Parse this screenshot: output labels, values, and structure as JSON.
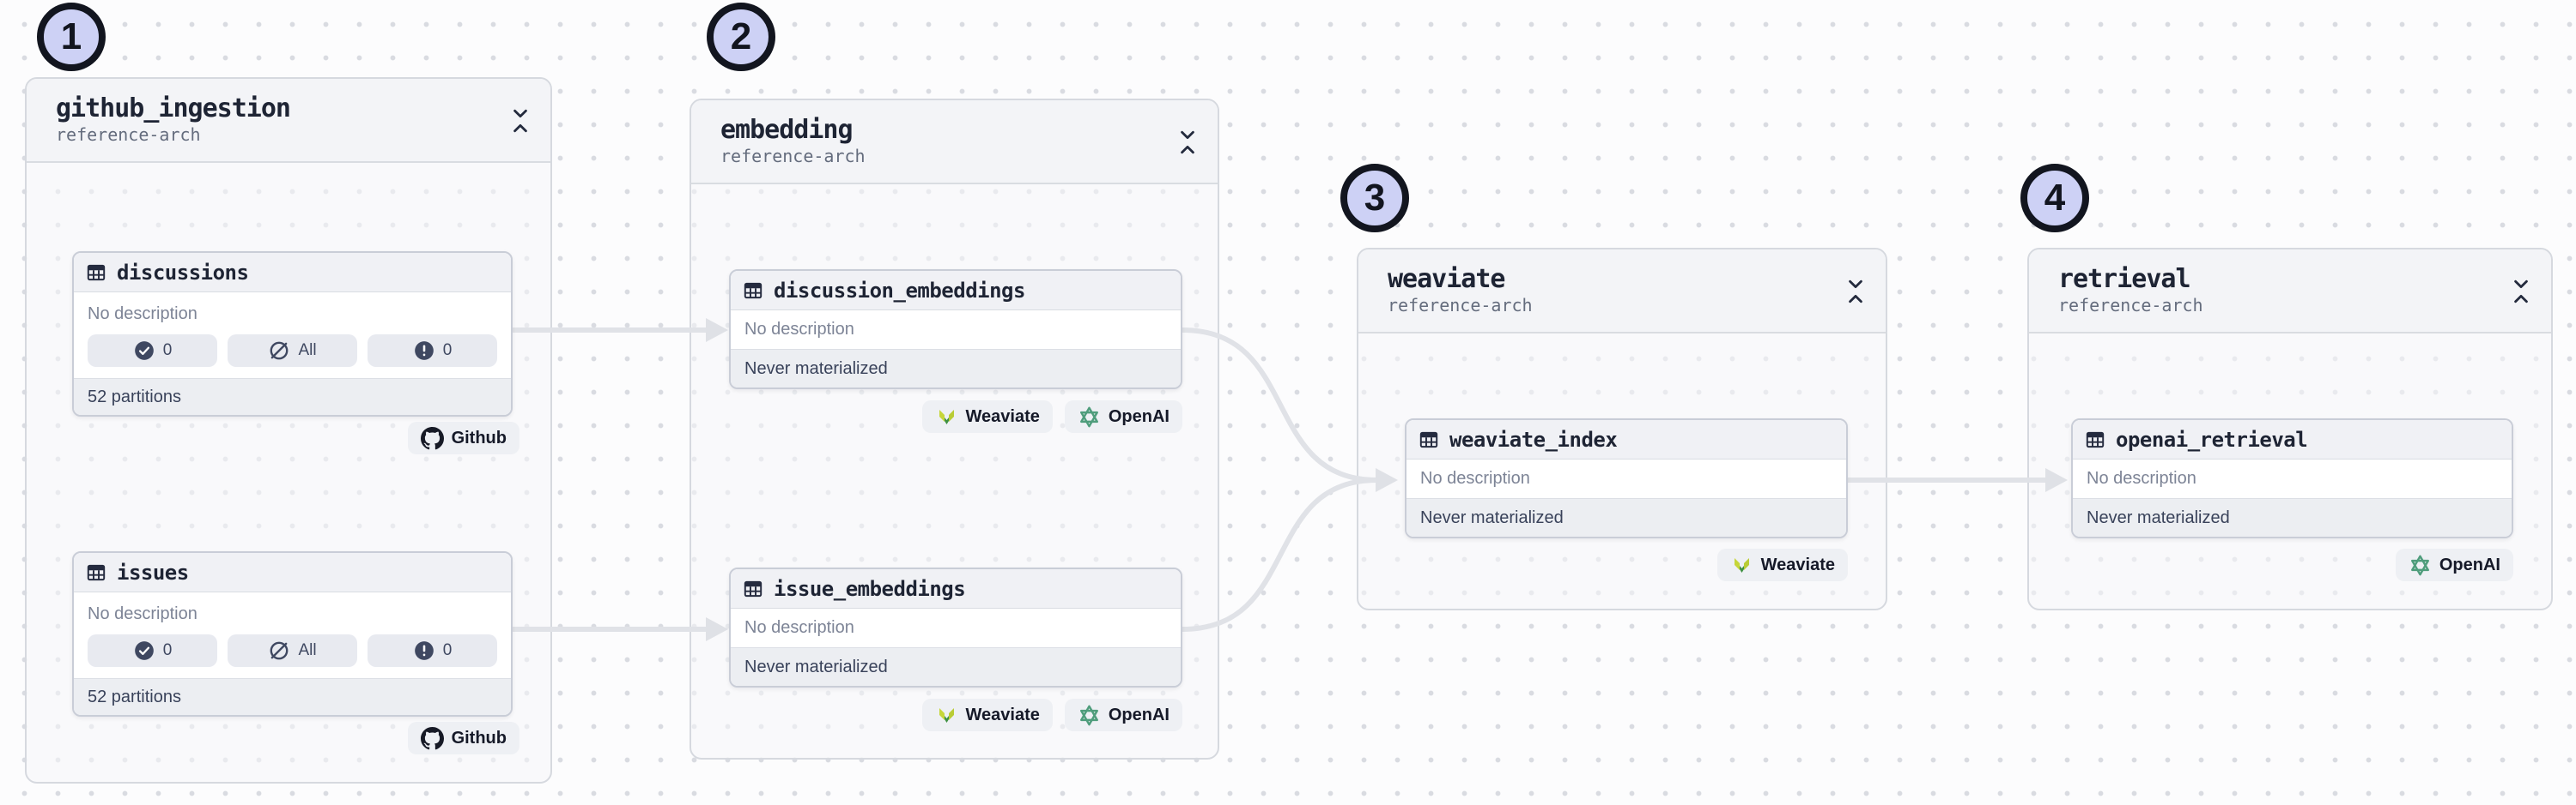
{
  "steps": [
    {
      "label": "1"
    },
    {
      "label": "2"
    },
    {
      "label": "3"
    },
    {
      "label": "4"
    }
  ],
  "groups": [
    {
      "title": "github_ingestion",
      "subtitle": "reference-arch"
    },
    {
      "title": "embedding",
      "subtitle": "reference-arch"
    },
    {
      "title": "weaviate",
      "subtitle": "reference-arch"
    },
    {
      "title": "retrieval",
      "subtitle": "reference-arch"
    }
  ],
  "assets": [
    {
      "name": "discussions",
      "description": "No description",
      "footer": "52 partitions",
      "pills": [
        {
          "kind": "materialized-count",
          "label": "0"
        },
        {
          "kind": "missing-partitions",
          "label": "All"
        },
        {
          "kind": "failed-count",
          "label": "0"
        }
      ],
      "integrations": [
        {
          "label": "Github"
        }
      ]
    },
    {
      "name": "issues",
      "description": "No description",
      "footer": "52 partitions",
      "pills": [
        {
          "kind": "materialized-count",
          "label": "0"
        },
        {
          "kind": "missing-partitions",
          "label": "All"
        },
        {
          "kind": "failed-count",
          "label": "0"
        }
      ],
      "integrations": [
        {
          "label": "Github"
        }
      ]
    },
    {
      "name": "discussion_embeddings",
      "description": "No description",
      "footer": "Never materialized",
      "integrations": [
        {
          "label": "Weaviate"
        },
        {
          "label": "OpenAI"
        }
      ]
    },
    {
      "name": "issue_embeddings",
      "description": "No description",
      "footer": "Never materialized",
      "integrations": [
        {
          "label": "Weaviate"
        },
        {
          "label": "OpenAI"
        }
      ]
    },
    {
      "name": "weaviate_index",
      "description": "No description",
      "footer": "Never materialized",
      "integrations": [
        {
          "label": "Weaviate"
        }
      ]
    },
    {
      "name": "openai_retrieval",
      "description": "No description",
      "footer": "Never materialized",
      "integrations": [
        {
          "label": "OpenAI"
        }
      ]
    }
  ],
  "edges": [
    {
      "from": "discussions",
      "to": "discussion_embeddings"
    },
    {
      "from": "issues",
      "to": "issue_embeddings"
    },
    {
      "from": "discussion_embeddings",
      "to": "weaviate_index"
    },
    {
      "from": "issue_embeddings",
      "to": "weaviate_index"
    },
    {
      "from": "weaviate_index",
      "to": "openai_retrieval"
    }
  ],
  "colors": {
    "step_badge_fill": "#cdd1f5",
    "edge": "#e0e2e7",
    "weaviate_green": "#3f9142",
    "weaviate_yellow": "#c6d63a",
    "openai_green": "#4f9d7c",
    "github_black": "#171a26"
  }
}
